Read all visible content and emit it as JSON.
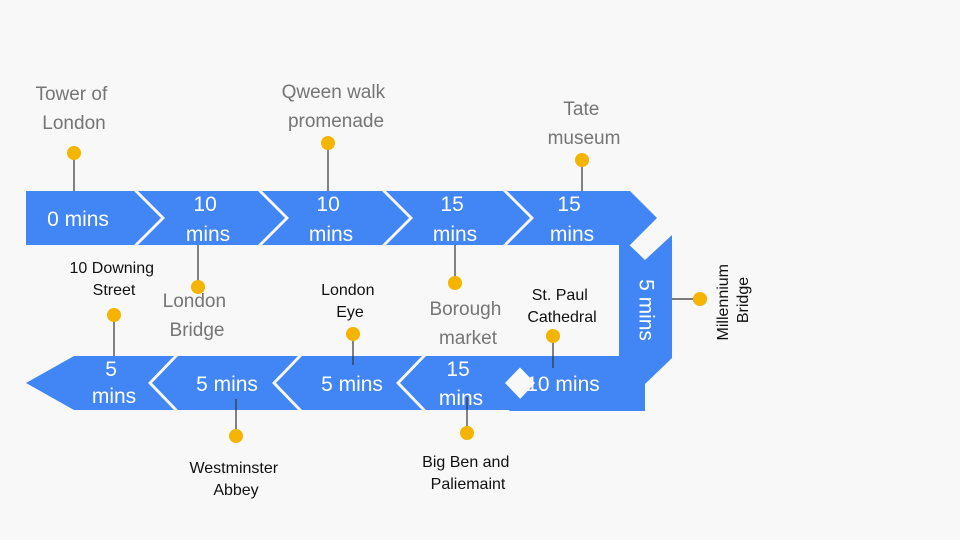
{
  "colors": {
    "arrow": "#4285f4",
    "marker": "#f4b400",
    "label_gray": "#757575",
    "label_black": "#111111",
    "background": "#f8f8f8"
  },
  "top_row": {
    "segments": [
      {
        "text": [
          "0 mins"
        ]
      },
      {
        "text": [
          "10",
          "mins"
        ]
      },
      {
        "text": [
          "10",
          "mins"
        ]
      },
      {
        "text": [
          "15",
          "mins"
        ]
      },
      {
        "text": [
          "15",
          "mins"
        ]
      }
    ],
    "stops_above": [
      {
        "name": [
          "Tower of",
          "London"
        ]
      },
      {
        "name": [
          "Qween walk",
          "promenade"
        ]
      },
      {
        "name": [
          "Tate",
          "museum"
        ]
      }
    ],
    "stops_below": [
      {
        "name": [
          "10 Downing",
          "Street"
        ]
      },
      {
        "name": [
          "London",
          "Bridge"
        ]
      },
      {
        "name": [
          "London",
          "Eye"
        ]
      },
      {
        "name": [
          "Borough",
          "market"
        ]
      },
      {
        "name": [
          "St. Paul",
          "Cathedral"
        ]
      }
    ]
  },
  "right_turn": {
    "segment": {
      "text": "5 mins"
    },
    "stop": {
      "name": [
        "Millennium",
        "Bridge"
      ]
    }
  },
  "bottom_row": {
    "segments": [
      {
        "text": [
          "10 mins"
        ]
      },
      {
        "text": [
          "15",
          "mins"
        ]
      },
      {
        "text": [
          "5 mins"
        ]
      },
      {
        "text": [
          "5 mins"
        ]
      },
      {
        "text": [
          "5",
          "mins"
        ]
      }
    ],
    "stops_below": [
      {
        "name": [
          "Big Ben and",
          "Paliemaint"
        ]
      },
      {
        "name": [
          "Westminster",
          "Abbey"
        ]
      }
    ]
  }
}
